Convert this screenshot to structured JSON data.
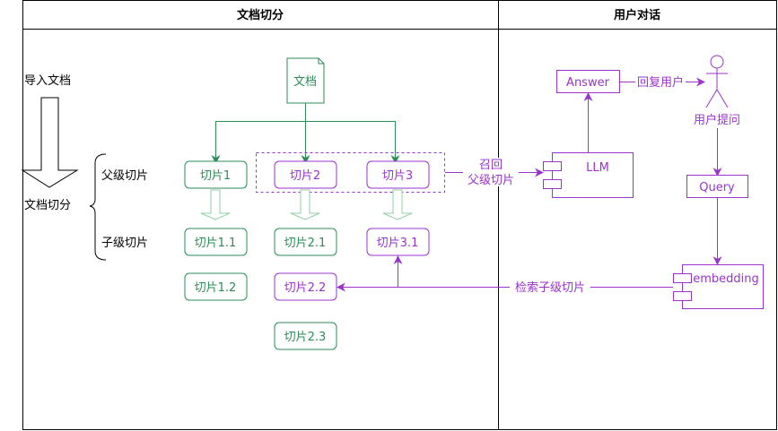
{
  "colors": {
    "green": "#2e8b57",
    "light_green": "#8ecfa8",
    "purple": "#9933cc",
    "border": "#000000"
  },
  "lanes": {
    "left_title": "文档切分",
    "right_title": "用户对话"
  },
  "process": {
    "import_label": "导入文档",
    "split_label": "文档切分",
    "parent_label": "父级切片",
    "child_label": "子级切片"
  },
  "document": {
    "label": "文档",
    "icon": "document-icon"
  },
  "parent_chunks": [
    {
      "label": "切片1",
      "highlight": false
    },
    {
      "label": "切片2",
      "highlight": true
    },
    {
      "label": "切片3",
      "highlight": true
    }
  ],
  "child_chunks": [
    {
      "label": "切片1.1",
      "highlight": false
    },
    {
      "label": "切片1.2",
      "highlight": false
    },
    {
      "label": "切片2.1",
      "highlight": false
    },
    {
      "label": "切片2.2",
      "highlight": true
    },
    {
      "label": "切片2.3",
      "highlight": false
    },
    {
      "label": "切片3.1",
      "highlight": true
    }
  ],
  "dialog": {
    "recall_line1": "召回",
    "recall_line2": "父级切片",
    "llm": "LLM",
    "answer": "Answer",
    "reply_user": "回复用户",
    "user_question": "用户提问",
    "user_icon": "actor-icon",
    "query": "Query",
    "embedding": "embedding",
    "retrieve_children": "检索子级切片"
  }
}
